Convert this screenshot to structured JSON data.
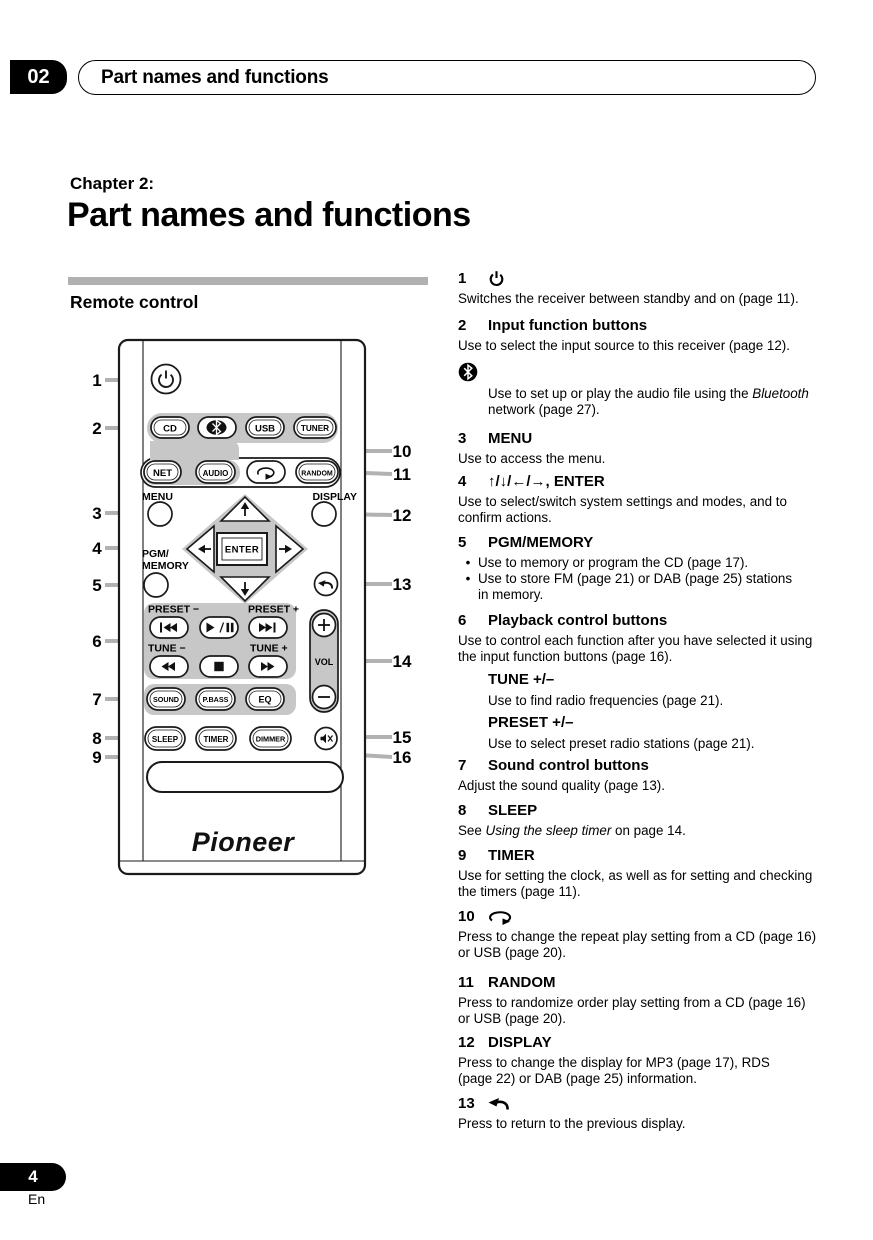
{
  "page": {
    "chapter_badge": "02",
    "header_title": "Part names and functions",
    "chapter_label": "Chapter 2:",
    "chapter_title": "Part names and functions",
    "section_title": "Remote control",
    "page_number": "4",
    "page_lang": "En"
  },
  "remote": {
    "brand": "Pioneer",
    "icons": {
      "power": "power-standby",
      "bluetooth": "bluetooth-rune",
      "repeat": "repeat-loop-arrow",
      "return": "return-arrow",
      "mute": "speaker-muted"
    },
    "buttons": {
      "cd": "CD",
      "usb": "USB",
      "tuner": "TUNER",
      "net": "NET",
      "audio": "AUDIO",
      "random": "RANDOM",
      "menu": "MENU",
      "display": "DISPLAY",
      "enter": "ENTER",
      "pgm_line1": "PGM/",
      "pgm_line2": "MEMORY",
      "preset_minus": "PRESET −",
      "preset_plus": "PRESET +",
      "tune_minus": "TUNE −",
      "tune_plus": "TUNE +",
      "vol": "VOL",
      "sound": "SOUND",
      "pbass": "P.BASS",
      "eq": "EQ",
      "sleep": "SLEEP",
      "timer": "TIMER",
      "dimmer": "DIMMER"
    },
    "callouts": [
      "1",
      "2",
      "3",
      "4",
      "5",
      "6",
      "7",
      "8",
      "9",
      "10",
      "11",
      "12",
      "13",
      "14",
      "15",
      "16"
    ]
  },
  "items": [
    {
      "num": "1",
      "icon": "power",
      "body": "Switches the receiver between standby and on (page 11)."
    },
    {
      "num": "2",
      "title": "Input function buttons",
      "body": "Use to select the input source to this receiver (page 12).",
      "sub_pre": "Use to set up or play the audio file using the ",
      "sub_italic": "Bluetooth",
      "sub_post": "\nnetwork (page 27)."
    },
    {
      "num": "3",
      "title": "MENU",
      "body": "Use to access the menu."
    },
    {
      "num": "4",
      "title": "↑/↓/←/→, ENTER",
      "body": "Use to select/switch system settings and modes, and to\nconfirm actions."
    },
    {
      "num": "5",
      "title": "PGM/MEMORY",
      "bullets": [
        "Use to memory or program the CD (page 17).",
        "Use to store FM (page 21) or DAB (page 25)  stations\nin memory."
      ]
    },
    {
      "num": "6",
      "title": "Playback control buttons",
      "body": "Use to control each function after you have selected it using\nthe input function buttons (page 16).",
      "subs": [
        {
          "h": "TUNE +/–",
          "b": "Use to find radio frequencies (page 21)."
        },
        {
          "h": "PRESET +/–",
          "b": "Use to select preset radio stations (page 21)."
        }
      ]
    },
    {
      "num": "7",
      "title": "Sound control buttons",
      "body": "Adjust the sound quality (page 13)."
    },
    {
      "num": "8",
      "title": "SLEEP",
      "body_pre": "See ",
      "body_italic": "Using the sleep timer",
      "body_post": " on page 14."
    },
    {
      "num": "9",
      "title": "TIMER",
      "body": "Use for setting the clock, as well as for setting and checking\nthe timers (page 11)."
    },
    {
      "num": "10",
      "icon": "repeat",
      "body": "Press to change the repeat play setting from a CD (page 16)\nor USB (page 20)."
    },
    {
      "num": "11",
      "title": "RANDOM",
      "body": "Press to randomize order play setting from a CD (page 16)\nor USB (page 20)."
    },
    {
      "num": "12",
      "title": "DISPLAY",
      "body": "Press to change the display for MP3 (page 17), RDS\n(page 22) or DAB (page 25) information."
    },
    {
      "num": "13",
      "icon": "return",
      "body": "Press to return to the previous display."
    }
  ]
}
